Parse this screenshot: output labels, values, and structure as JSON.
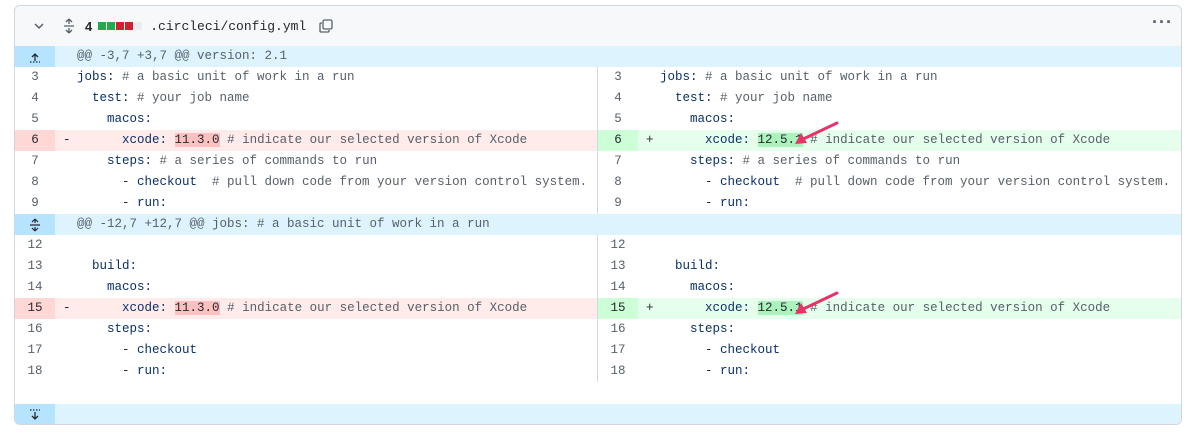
{
  "header": {
    "count": "4",
    "filename": ".circleci/config.yml",
    "diffstat_blocks": [
      "#2da44e",
      "#2da44e",
      "#cf222e",
      "#cf222e",
      "#eaeef2"
    ],
    "more_label": "···"
  },
  "hunks": [
    "@@ -3,7 +3,7 @@ version: 2.1",
    "@@ -12,7 +12,7 @@ jobs: # a basic unit of work in a run"
  ],
  "rows": [
    {
      "type": "ctx",
      "ln": "3",
      "rn": "3",
      "indent": "",
      "key": "jobs:",
      "rest": " # a basic unit of work in a run"
    },
    {
      "type": "ctx",
      "ln": "4",
      "rn": "4",
      "indent": "  ",
      "key": "test:",
      "rest": " # your job name"
    },
    {
      "type": "ctx",
      "ln": "5",
      "rn": "5",
      "indent": "    ",
      "key": "macos:",
      "rest": ""
    },
    {
      "type": "chg",
      "ln": "6",
      "rn": "6",
      "indent": "      ",
      "key": "xcode:",
      "old": "11.3.0",
      "new": "12.5.1",
      "rest": " # indicate our selected version of Xcode"
    },
    {
      "type": "ctx",
      "ln": "7",
      "rn": "7",
      "indent": "    ",
      "key": "steps:",
      "rest": " # a series of commands to run"
    },
    {
      "type": "ctx",
      "ln": "8",
      "rn": "8",
      "indent": "      - ",
      "key": "checkout",
      "rest": "  # pull down code from your version control system."
    },
    {
      "type": "ctx",
      "ln": "9",
      "rn": "9",
      "indent": "      - ",
      "key": "run:",
      "rest": ""
    },
    {
      "type": "hunk",
      "hunk": "1"
    },
    {
      "type": "ctx",
      "ln": "12",
      "rn": "12",
      "indent": "",
      "key": "",
      "rest": ""
    },
    {
      "type": "ctx",
      "ln": "13",
      "rn": "13",
      "indent": "  ",
      "key": "build:",
      "rest": ""
    },
    {
      "type": "ctx",
      "ln": "14",
      "rn": "14",
      "indent": "    ",
      "key": "macos:",
      "rest": ""
    },
    {
      "type": "chg",
      "ln": "15",
      "rn": "15",
      "indent": "      ",
      "key": "xcode:",
      "old": "11.3.0",
      "new": "12.5.1",
      "rest": " # indicate our selected version of Xcode"
    },
    {
      "type": "ctx",
      "ln": "16",
      "rn": "16",
      "indent": "    ",
      "key": "steps:",
      "rest": ""
    },
    {
      "type": "ctx",
      "ln": "17",
      "rn": "17",
      "indent": "      - ",
      "key": "checkout",
      "rest": ""
    },
    {
      "type": "ctx",
      "ln": "18",
      "rn": "18",
      "indent": "      - ",
      "key": "run:",
      "rest": ""
    }
  ],
  "signs": {
    "del": "-",
    "add": "+"
  },
  "annotation_color": "#e8336a"
}
